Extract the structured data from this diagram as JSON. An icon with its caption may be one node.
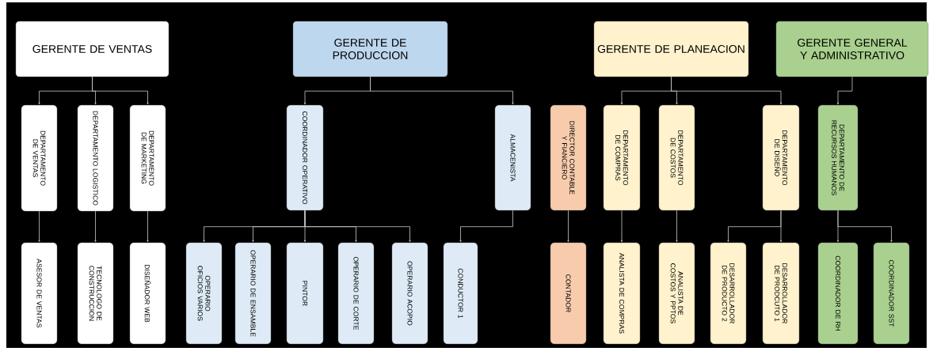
{
  "diagram": {
    "nodes": [
      {
        "text": [
          "GERENTE DE VENTAS"
        ]
      },
      {
        "text": [
          "DEPARTAMENTO DE VENTAS"
        ]
      },
      {
        "text": [
          "DEPARTAMENTO LOGISTICO"
        ]
      },
      {
        "text": [
          "DEPARTAMENTO DE MARKETING"
        ]
      },
      {
        "text": [
          "ASESOR DE VENTAS"
        ]
      },
      {
        "text": [
          "TECNOLOGO DE CONSTRUCCION"
        ]
      },
      {
        "text": [
          "DISEÑADOR WEB"
        ]
      },
      {
        "text": [
          "GERENTE DE PRODUCCION"
        ]
      },
      {
        "text": [
          "COORDINADOR OPERATIVO"
        ]
      },
      {
        "text": [
          "ALMACENISTA"
        ]
      },
      {
        "text": [
          "OPERARIO OFICIOS VARIOS"
        ]
      },
      {
        "text": [
          "OPERARIO DE ENSAMBLE"
        ]
      },
      {
        "text": [
          "PINTOR"
        ]
      },
      {
        "text": [
          "OPERARIO DE CORTE"
        ]
      },
      {
        "text": [
          "OPERARIO ACOPIO"
        ]
      },
      {
        "text": [
          "CONDUCTOR 1"
        ]
      },
      {
        "text": [
          "GERENTE DE PLANEACION"
        ]
      },
      {
        "text": [
          "DIRECTOR CONTABLE Y FIANCIERO"
        ]
      },
      {
        "text": [
          "DEPARTAMENTO DE COMPRAS"
        ]
      },
      {
        "text": [
          "DEPARTAMENTO DE COSTOS"
        ]
      },
      {
        "text": [
          "DEPARTAMENTO DE DISEÑO"
        ]
      },
      {
        "text": [
          "CONTADOR"
        ]
      },
      {
        "text": [
          "ANALISTA DE COMPRAS"
        ]
      },
      {
        "text": [
          "ANALISTA DE COSTOS Y PPTOS"
        ]
      },
      {
        "text": [
          "DESARROLLADOR DE PRODUCTO 2"
        ]
      },
      {
        "text": [
          "DESARROLLADOR DE PRODCUTO 1"
        ]
      },
      {
        "text": [
          "GERENTE GENERAL Y ADMINISTRATIVO"
        ]
      },
      {
        "text": [
          "DEPARTAMENTO DE RECURSOS HUMANOS"
        ]
      },
      {
        "text": [
          "COORDINADOR DE RH"
        ]
      },
      {
        "text": [
          "COORDINADOR SST"
        ]
      }
    ],
    "edges": [
      {
        "from": 0,
        "to": 1,
        "arrow": "to"
      },
      {
        "from": 0,
        "to": 2,
        "arrow": "to"
      },
      {
        "from": 0,
        "to": 3,
        "arrow": "to"
      },
      {
        "from": 1,
        "to": 4,
        "arrow": "to"
      },
      {
        "from": 2,
        "to": 5,
        "arrow": "to"
      },
      {
        "from": 3,
        "to": 6,
        "arrow": "to"
      },
      {
        "from": 7,
        "to": 8,
        "arrow": "to"
      },
      {
        "from": 7,
        "to": 9,
        "arrow": "to"
      },
      {
        "from": 8,
        "to": 10,
        "arrow": "to"
      },
      {
        "from": 8,
        "to": 11,
        "arrow": "to"
      },
      {
        "from": 8,
        "to": 12,
        "arrow": "to"
      },
      {
        "from": 8,
        "to": 13,
        "arrow": "to"
      },
      {
        "from": 8,
        "to": 14,
        "arrow": "to"
      },
      {
        "from": 9,
        "to": 15,
        "arrow": "to"
      },
      {
        "from": 16,
        "to": 18,
        "arrow": "to"
      },
      {
        "from": 16,
        "to": 19,
        "arrow": "to"
      },
      {
        "from": 16,
        "to": 20,
        "arrow": "to"
      },
      {
        "from": 17,
        "to": 21,
        "arrow": "to"
      },
      {
        "from": 18,
        "to": 22,
        "arrow": "to"
      },
      {
        "from": 19,
        "to": 23,
        "arrow": "to"
      },
      {
        "from": 20,
        "to": 24,
        "arrow": "to"
      },
      {
        "from": 20,
        "to": 25,
        "arrow": "to"
      },
      {
        "from": 26,
        "to": 27,
        "arrow": "to"
      },
      {
        "from": 27,
        "to": 28,
        "arrow": "to"
      },
      {
        "from": 27,
        "to": 29,
        "arrow": "to"
      }
    ]
  }
}
